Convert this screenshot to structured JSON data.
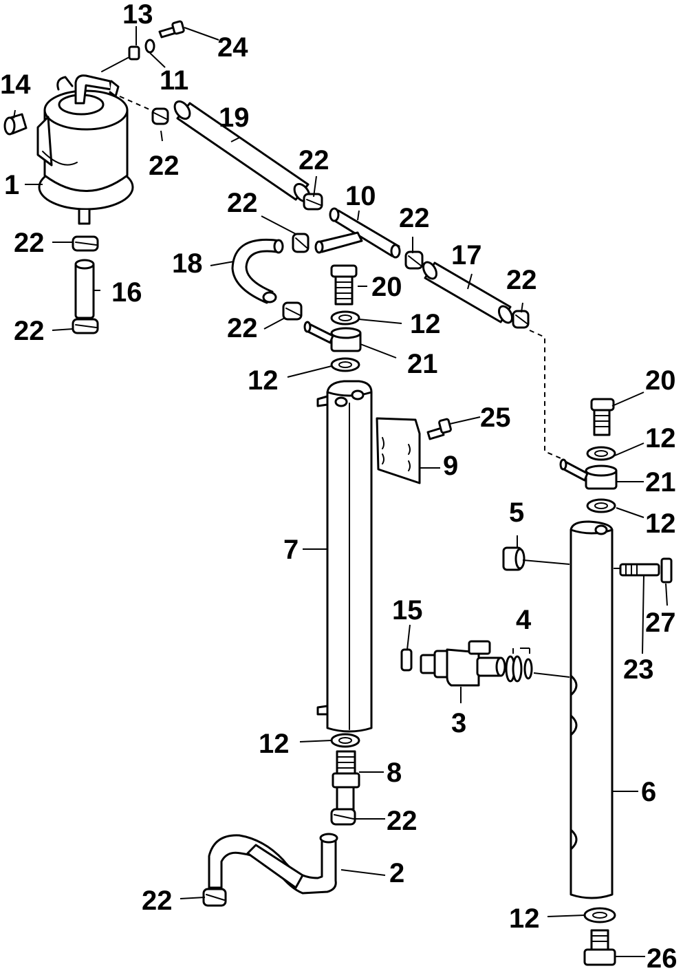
{
  "diagram": {
    "callouts": [
      {
        "id": "c13a",
        "text": "13"
      },
      {
        "id": "c24",
        "text": "24"
      },
      {
        "id": "c11",
        "text": "11"
      },
      {
        "id": "c14",
        "text": "14"
      },
      {
        "id": "c19",
        "text": "19"
      },
      {
        "id": "c22a",
        "text": "22"
      },
      {
        "id": "c1",
        "text": "1"
      },
      {
        "id": "c22b",
        "text": "22"
      },
      {
        "id": "c10",
        "text": "10"
      },
      {
        "id": "c22c",
        "text": "22"
      },
      {
        "id": "c22d",
        "text": "22"
      },
      {
        "id": "c22e",
        "text": "22"
      },
      {
        "id": "c18",
        "text": "18"
      },
      {
        "id": "c17",
        "text": "17"
      },
      {
        "id": "c22f",
        "text": "22"
      },
      {
        "id": "c16",
        "text": "16"
      },
      {
        "id": "c20a",
        "text": "20"
      },
      {
        "id": "c22g",
        "text": "22"
      },
      {
        "id": "c12a",
        "text": "12"
      },
      {
        "id": "c22h",
        "text": "22"
      },
      {
        "id": "c21a",
        "text": "21"
      },
      {
        "id": "c12b",
        "text": "12"
      },
      {
        "id": "c20b",
        "text": "20"
      },
      {
        "id": "c25",
        "text": "25"
      },
      {
        "id": "c12c",
        "text": "12"
      },
      {
        "id": "c9",
        "text": "9"
      },
      {
        "id": "c21b",
        "text": "21"
      },
      {
        "id": "c5",
        "text": "5"
      },
      {
        "id": "c12d",
        "text": "12"
      },
      {
        "id": "c7",
        "text": "7"
      },
      {
        "id": "c15",
        "text": "15"
      },
      {
        "id": "c4",
        "text": "4"
      },
      {
        "id": "c27",
        "text": "27"
      },
      {
        "id": "c23",
        "text": "23"
      },
      {
        "id": "c3",
        "text": "3"
      },
      {
        "id": "c12e",
        "text": "12"
      },
      {
        "id": "c8",
        "text": "8"
      },
      {
        "id": "c6",
        "text": "6"
      },
      {
        "id": "c22i",
        "text": "22"
      },
      {
        "id": "c2",
        "text": "2"
      },
      {
        "id": "c22j",
        "text": "22"
      },
      {
        "id": "c12f",
        "text": "12"
      },
      {
        "id": "c26",
        "text": "26"
      }
    ]
  }
}
